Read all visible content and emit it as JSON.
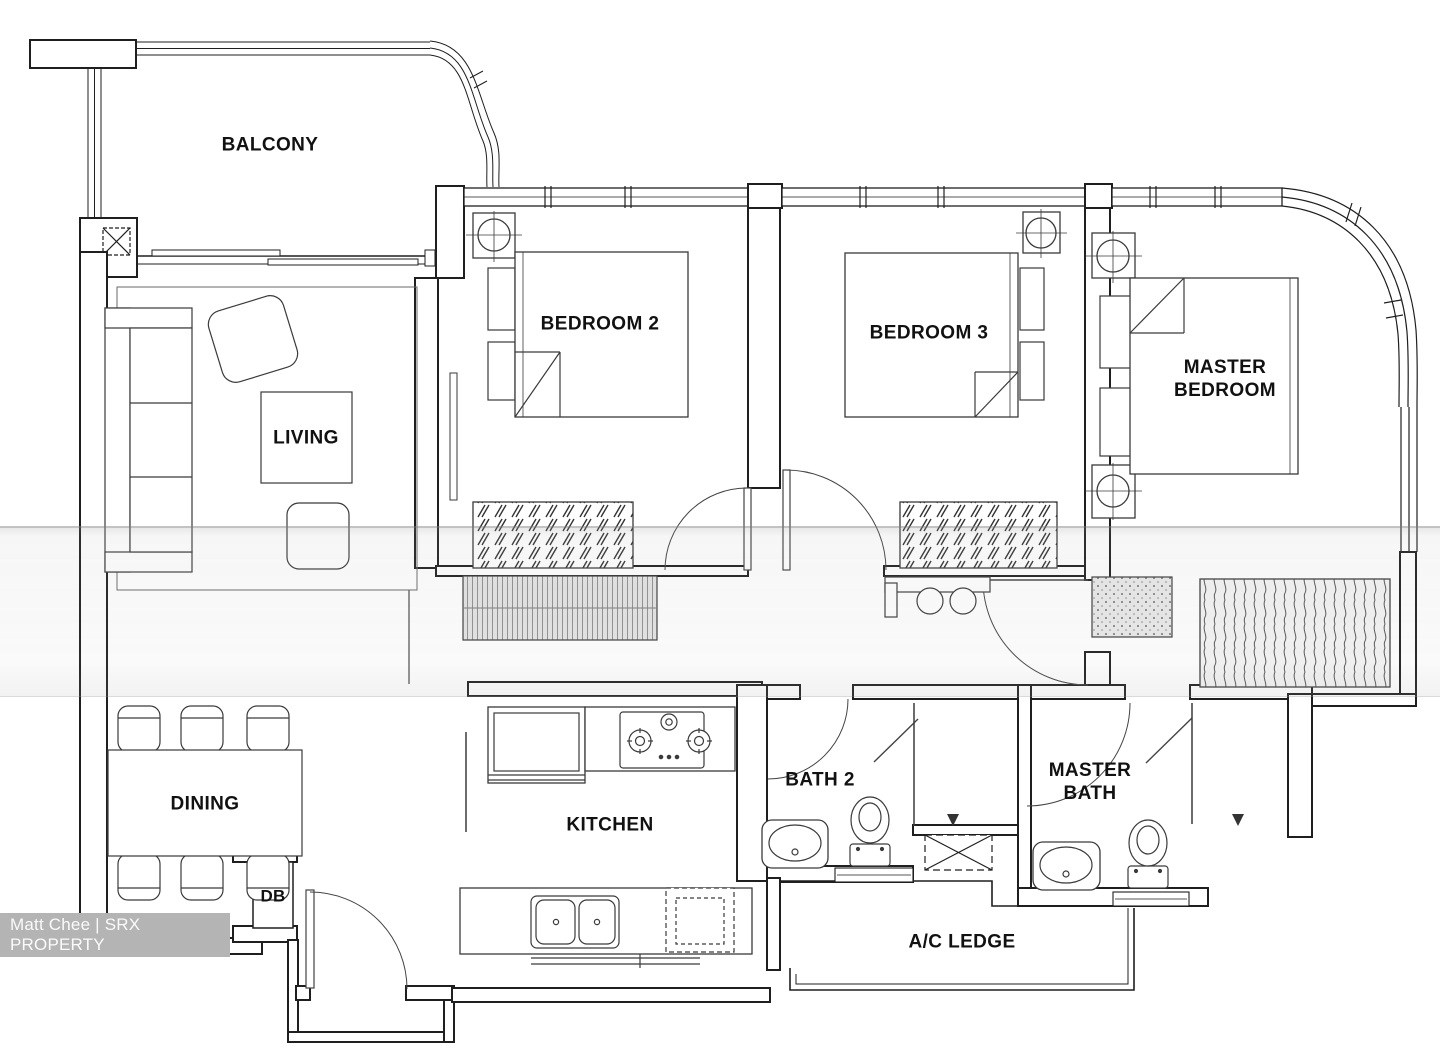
{
  "title": "Apartment floor plan",
  "colors": {
    "wall": "#1f1f1f",
    "furniture": "#3a3a3a",
    "label": "#111111",
    "watermark_bg": "#b4b4b4",
    "watermark_text": "#fafafa"
  },
  "rooms": [
    {
      "id": "balcony",
      "label": "BALCONY"
    },
    {
      "id": "living",
      "label": "LIVING"
    },
    {
      "id": "dining",
      "label": "DINING"
    },
    {
      "id": "bedroom-2",
      "label": "BEDROOM 2"
    },
    {
      "id": "bedroom-3",
      "label": "BEDROOM 3"
    },
    {
      "id": "master-bedroom",
      "lines": [
        "MASTER",
        "BEDROOM"
      ]
    },
    {
      "id": "kitchen",
      "label": "KITCHEN"
    },
    {
      "id": "bath-2",
      "label": "BATH 2"
    },
    {
      "id": "master-bath",
      "lines": [
        "MASTER",
        "BATH"
      ]
    },
    {
      "id": "ac-ledge",
      "label": "A/C LEDGE"
    },
    {
      "id": "db",
      "label": "DB"
    }
  ],
  "watermark": {
    "text": "Matt Chee | SRX PROPERTY"
  }
}
